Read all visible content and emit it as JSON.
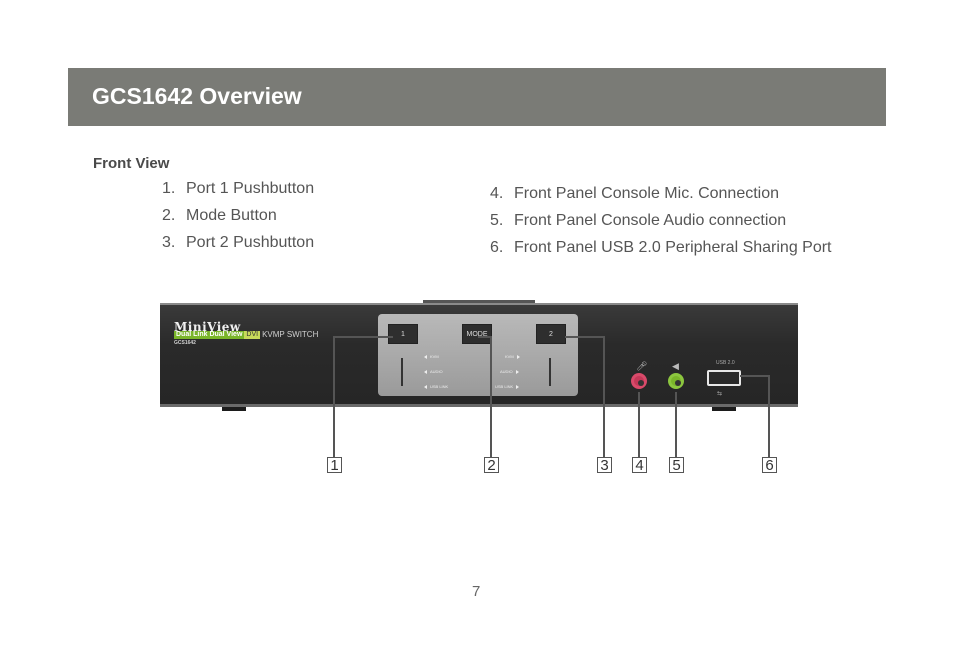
{
  "header": {
    "title": "GCS1642 Overview"
  },
  "section": {
    "heading": "Front View"
  },
  "items_left": [
    {
      "num": "1.",
      "label": "Port 1 Pushbutton"
    },
    {
      "num": "2.",
      "label": "Mode Button"
    },
    {
      "num": "3.",
      "label": "Port 2 Pushbutton"
    }
  ],
  "items_right": [
    {
      "num": "4.",
      "label": "Front Panel Console Mic. Connection"
    },
    {
      "num": "5.",
      "label": "Front Panel Console Audio connection"
    },
    {
      "num": "6.",
      "label": "Front Panel USB 2.0 Peripheral Sharing Port"
    }
  ],
  "device": {
    "brand": "MiniView",
    "dual_link": "Dual Link Dual View",
    "dvi": "DVI",
    "kvmp": "KVMP SWITCH",
    "model": "GCS1642",
    "btn1": "1",
    "btn_mode": "MODE",
    "btn2": "2",
    "led_kvm": "KVM",
    "led_audio": "AUDIO",
    "led_usb": "USB LINK",
    "usb_label": "USB 2.0",
    "usb_symbol": "⇆"
  },
  "callouts": [
    "1",
    "2",
    "3",
    "4",
    "5",
    "6"
  ],
  "page_number": "7"
}
